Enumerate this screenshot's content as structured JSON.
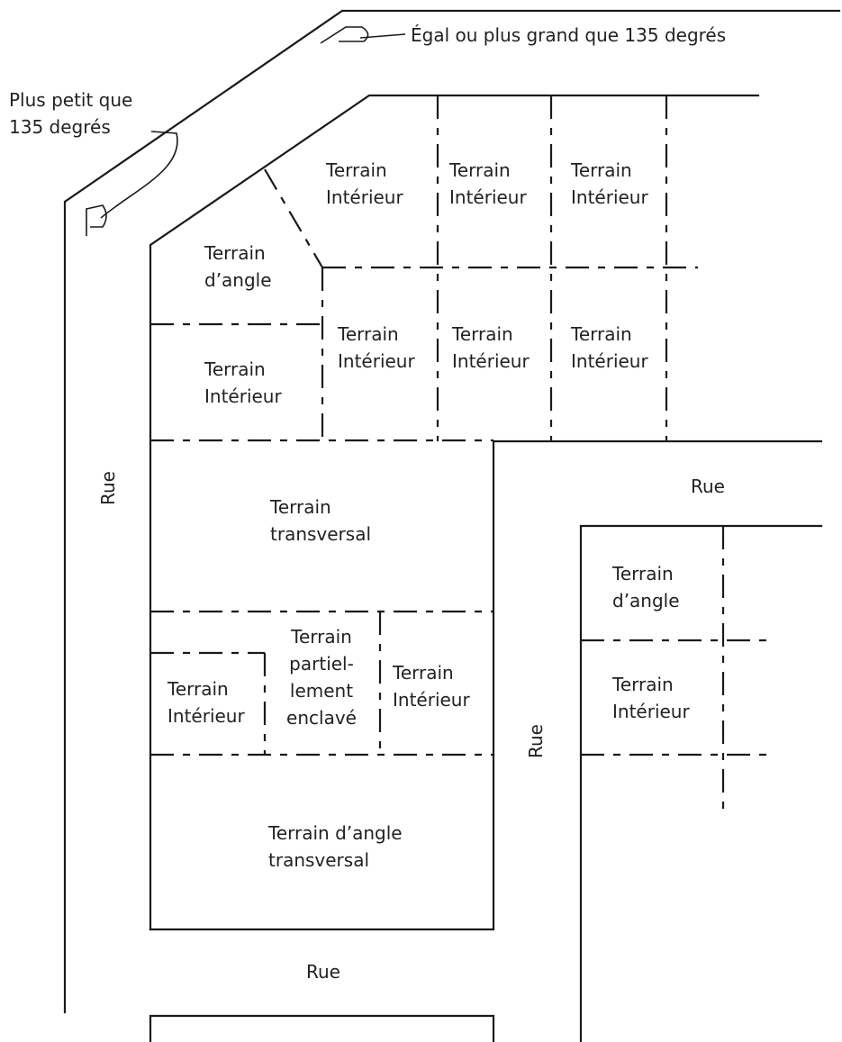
{
  "annotations": {
    "angle_ge_135": "Égal ou plus grand que 135 degrés",
    "angle_lt_135": "Plus petit que\n135 degrés"
  },
  "streets": {
    "left": "Rue",
    "right": "Rue",
    "middle": "Rue",
    "bottom": "Rue"
  },
  "lots": {
    "top_interior_1": "Terrain\nIntérieur",
    "top_interior_2": "Terrain\nIntérieur",
    "top_interior_3": "Terrain\nIntérieur",
    "corner_top": "Terrain\nd’angle",
    "left_interior": "Terrain\nIntérieur",
    "mid_interior_1": "Terrain\nIntérieur",
    "mid_interior_2": "Terrain\nIntérieur",
    "mid_interior_3": "Terrain\nIntérieur",
    "through": "Terrain\ntransversal",
    "small_interior": "Terrain\nIntérieur",
    "partially_enclosed": "Terrain\npartiel-\nlement\nenclavé",
    "right_interior": "Terrain\nIntérieur",
    "corner_through": "Terrain d’angle\ntransversal",
    "right_block_corner": "Terrain\nd’angle",
    "right_block_interior": "Terrain\nIntérieur"
  }
}
